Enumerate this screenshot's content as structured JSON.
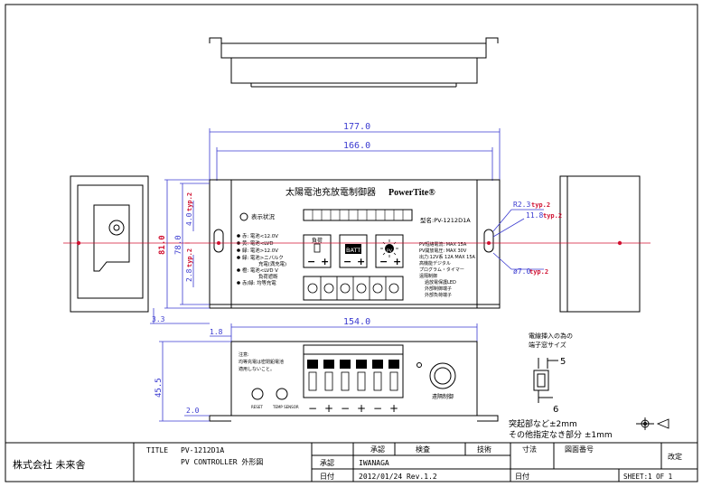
{
  "device": {
    "title_jp": "太陽電池充放電制御器",
    "brand": "PowerTite®",
    "model_label": "型名:PV-1212D1A",
    "status_label": "表示状況",
    "legend": [
      "赤: 電池<12.0V",
      "黄: 電池<LVD",
      "緑: 電池>12.0V",
      "緑: 電池>ニバルク",
      "充電(満充電)",
      "橙: 電池<LVD V",
      "負荷遮断",
      "赤/緑: 均等充電"
    ],
    "load_label": "負荷",
    "batt_label": "BATT",
    "pv_label": "PV",
    "specs": [
      "PV短絡電流: MAX 15A",
      "PV開放電圧: MAX 30V",
      "出力:12V系  12A MAX 15A",
      "高機能デジタル",
      "プログラム・タイマー",
      "遠隔制御",
      "過放電保護LED",
      "外部制御端子",
      "外部負荷端子"
    ],
    "bottom_note": [
      "注意:",
      "均等充電は密閉鉛電池",
      "適用しないこと。"
    ],
    "reset_label": "RESET",
    "temp_label": "TEMP SENSOR",
    "remote_label": "遠隔制御",
    "polarity": [
      "−",
      "+",
      "−",
      "+",
      "−",
      "+"
    ]
  },
  "dimensions": {
    "d177": "177.0",
    "d166": "166.0",
    "d154": "154.0",
    "d81": "81.0",
    "d78": "78.0",
    "d45_5": "45.5",
    "d40": "4.0",
    "d28": "2.8",
    "d33": "3.3",
    "d18": "1.8",
    "d20": "2.0",
    "r23": "R2.3",
    "d118": "11.8",
    "phi70": "ø7.0",
    "typ2": "typ.2"
  },
  "notes": {
    "wire_window": [
      "電線挿入の為の",
      "端子窓サイズ"
    ],
    "w5": "5",
    "w6": "6",
    "tolerance": [
      "突起部など±2mm",
      "その他指定なき部分 ±1mm"
    ]
  },
  "titleblock": {
    "company": "株式会社 未来舎",
    "title_label": "TITLE",
    "title_line1": "PV-1212D1A",
    "title_line2": "PV CONTROLLER 外形図",
    "approve": "承認",
    "inspect": "検査",
    "tech": "技術",
    "approve2": "承認",
    "approver": "IWANAGA",
    "date_label": "日付",
    "date_value": "2012/01/24 Rev.1.2",
    "size_label": "寸法",
    "drawing_no": "図面番号",
    "revise": "改定",
    "date_label2": "日付",
    "sheet": "SHEET:1 OF 1"
  }
}
